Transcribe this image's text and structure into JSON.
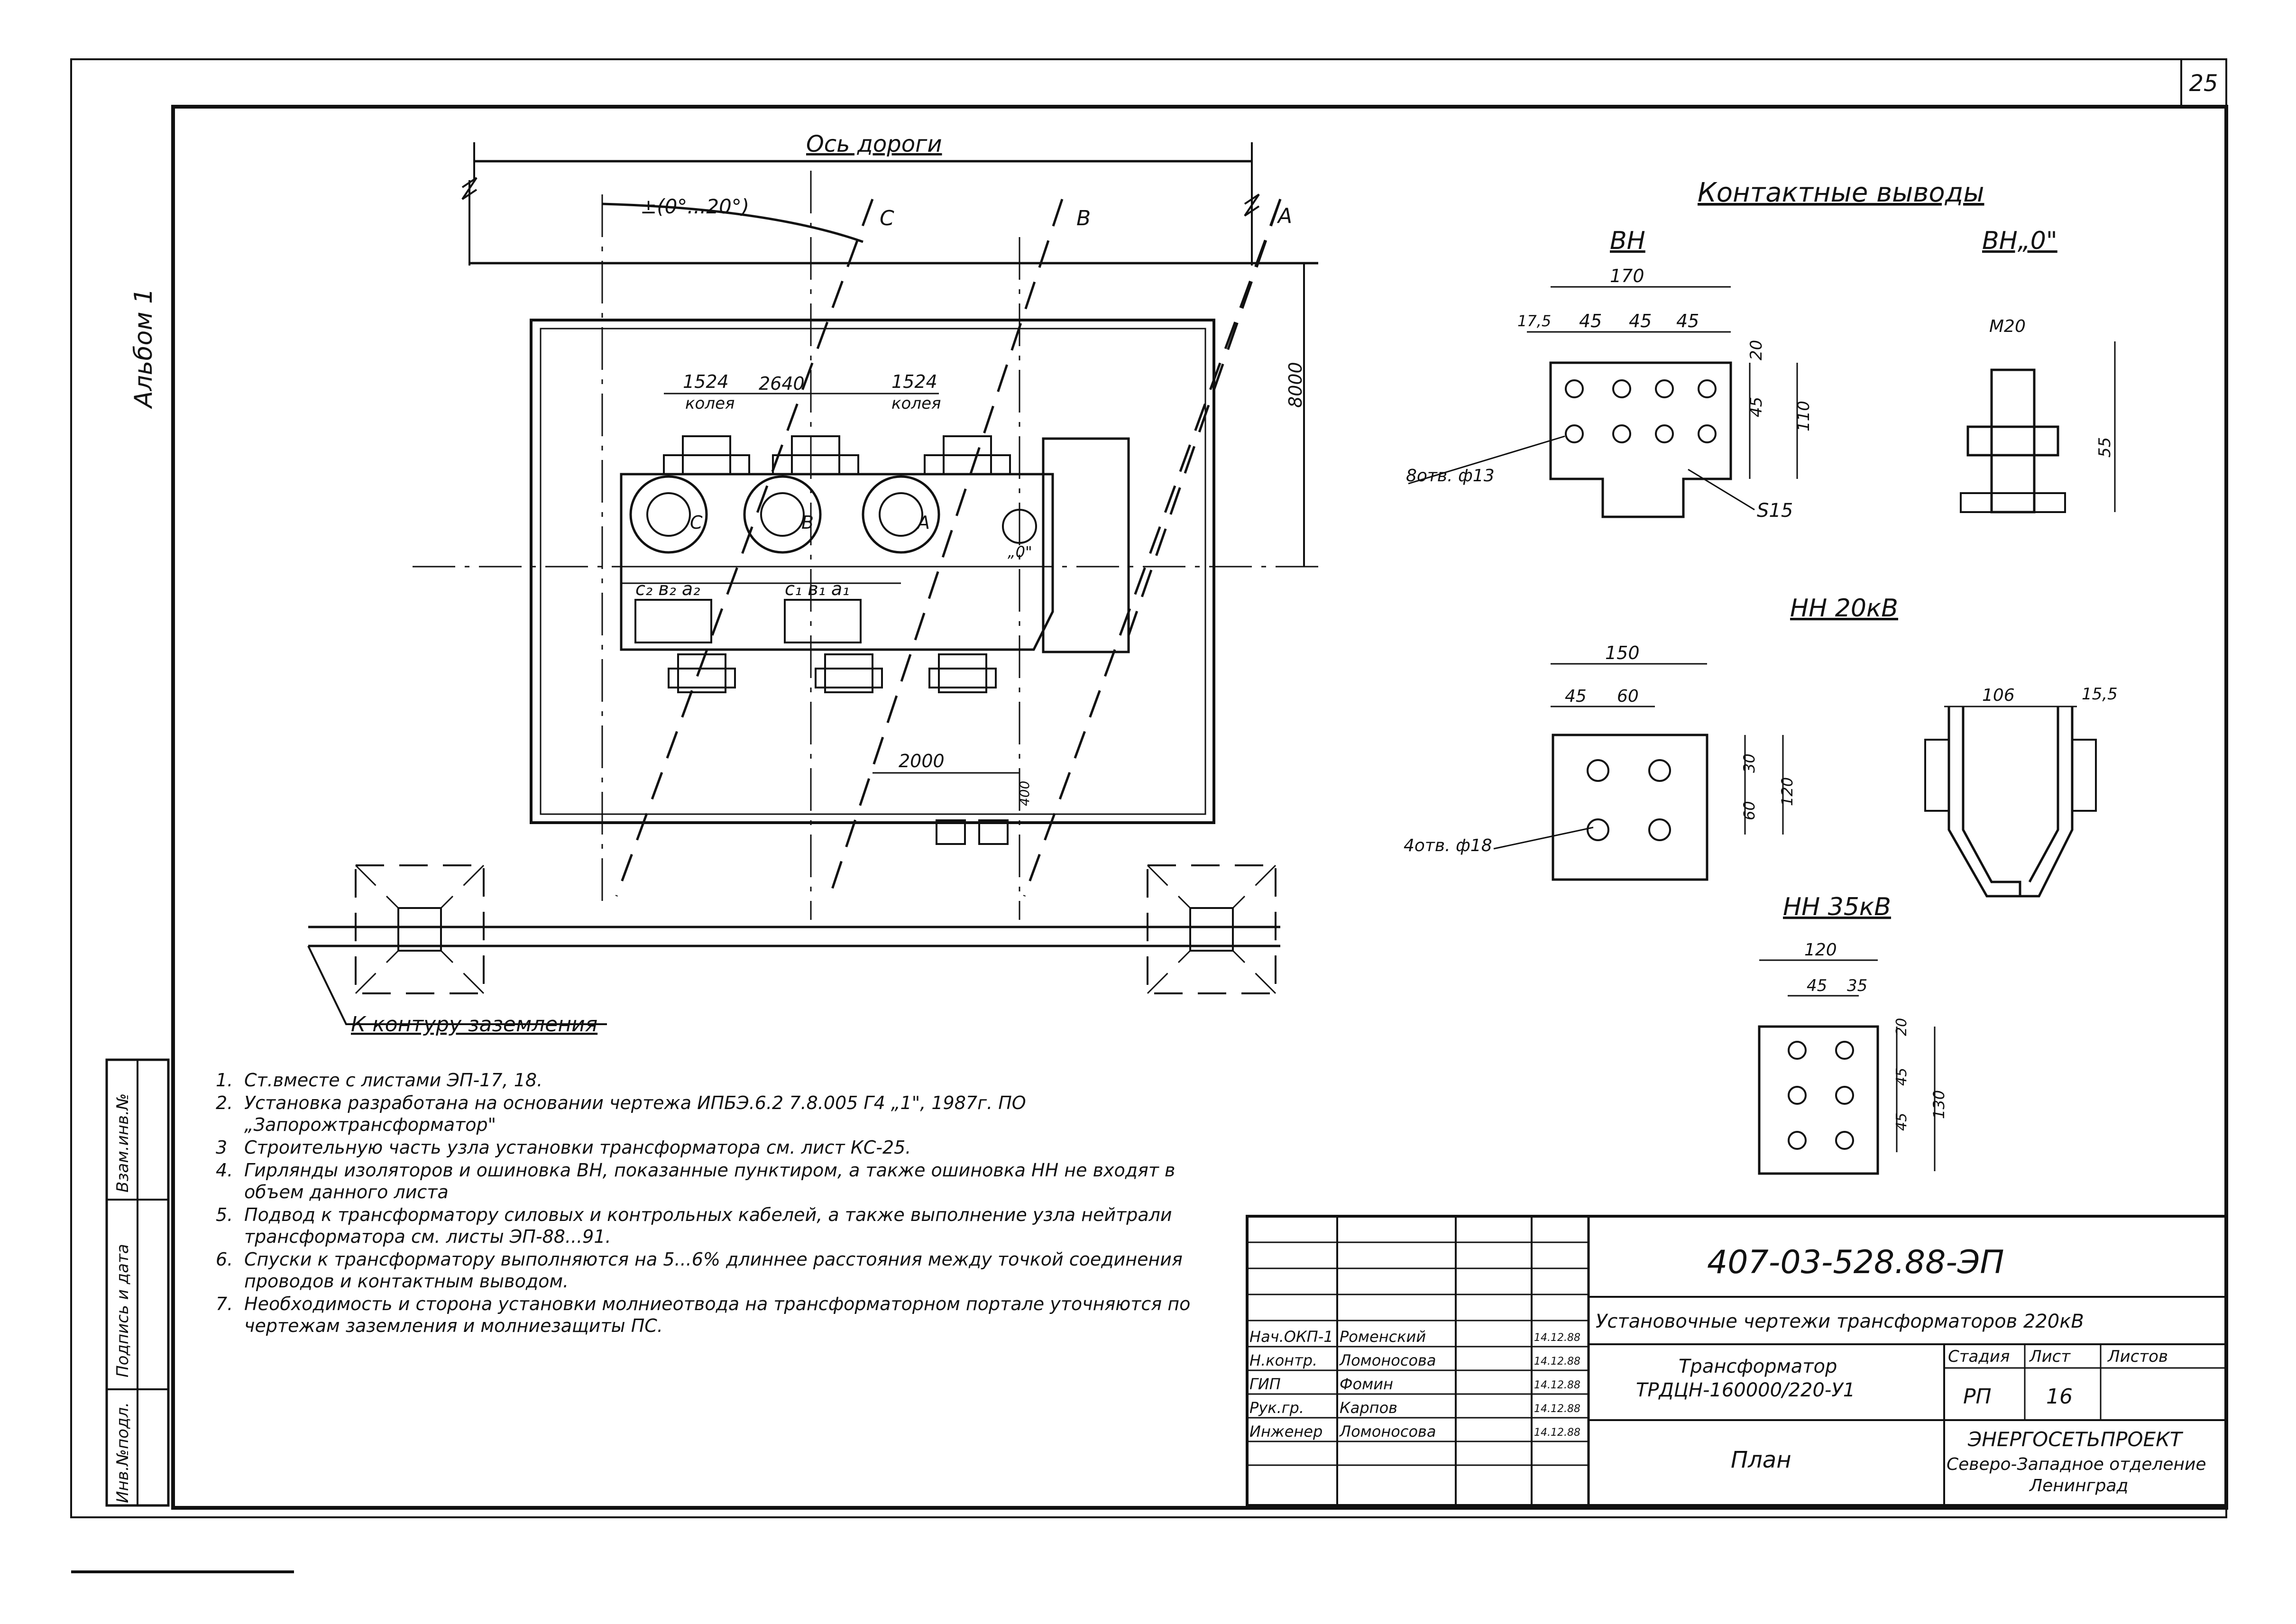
{
  "sheet": {
    "sheet_number": "25",
    "album_label": "Альбом 1",
    "side_stamp": [
      "Инв.№подл.",
      "Подпись и дата",
      "Взам.инв.№"
    ]
  },
  "plan": {
    "road_axis": "Ось дороги",
    "angle": "±(0°...20°)",
    "phases": [
      "С",
      "В",
      "А"
    ],
    "dim_8000": "8000",
    "dim_1524_left": "1524",
    "dim_2640": "2640",
    "dim_1524_right": "1524",
    "track_label": "колея",
    "dim_2000": "2000",
    "dim_400": "400",
    "neutral": "„0\"",
    "hv_labels": [
      "С",
      "В",
      "А"
    ],
    "lv_left": "с₂ в₂ а₂",
    "lv_right": "с₁ в₁ а₁",
    "ground": "К контуру заземления"
  },
  "contacts": {
    "title": "Контактные выводы",
    "vn": {
      "title": "ВН",
      "dims": [
        "170",
        "17,5",
        "45",
        "45",
        "45",
        "20",
        "45",
        "110"
      ],
      "holes": "8отв. ф13",
      "thickness": "S15"
    },
    "vn0": {
      "title": "ВН„0\"",
      "thread": "М20",
      "height": "55"
    },
    "nn20": {
      "title": "НН 20кВ",
      "dims": [
        "150",
        "45",
        "60",
        "30",
        "60",
        "120"
      ],
      "holes": "4отв. ф18",
      "profile": [
        "106",
        "15,5"
      ]
    },
    "nn35": {
      "title": "НН 35кВ",
      "dims": [
        "120",
        "45",
        "35",
        "20",
        "45",
        "45",
        "130"
      ]
    }
  },
  "notes": [
    {
      "n": "1.",
      "text": "Ст.вместе с листами ЭП-17, 18."
    },
    {
      "n": "2.",
      "text": "Установка разработана на основании чертежа ИПБЭ.6.2 7.8.005 Г4 „1\", 1987г. ПО „Запорожтрансформатор\""
    },
    {
      "n": "3",
      "text": "Строительную часть узла установки трансформатора см. лист КС-25."
    },
    {
      "n": "4.",
      "text": "Гирлянды изоляторов и ошиновка ВН, показанные пунктиром, а также ошиновка НН не входят в объем данного листа"
    },
    {
      "n": "5.",
      "text": "Подвод к трансформатору силовых и контрольных кабелей, а также выполнение узла нейтрали трансформатора см. листы ЭП-88...91."
    },
    {
      "n": "6.",
      "text": "Спуски к трансформатору выполняются на 5...6% длиннее расстояния между точкой соединения проводов и контактным выводом."
    },
    {
      "n": "7.",
      "text": "Необходимость и сторона установки молниеотвода на трансформаторном портале уточняются по чертежам заземления и молниезащиты ПС."
    }
  ],
  "title_block": {
    "code": "407-03-528.88-ЭП",
    "description": "Установочные чертежи трансформаторов 220кВ",
    "object_line1": "Трансформатор",
    "object_line2": "ТРДЦН-160000/220-У1",
    "col_stage": "Стадия",
    "col_sheet": "Лист",
    "col_sheets": "Листов",
    "stage": "РП",
    "sheet": "16",
    "sheet_name": "План",
    "org_line1": "ЭНЕРГОСЕТЬПРОЕКТ",
    "org_line2": "Северо-Западное отделение",
    "org_line3": "Ленинград",
    "signers": [
      {
        "role": "Нач.ОКП-1",
        "name": "Роменский",
        "date": "14.12.88"
      },
      {
        "role": "Н.контр.",
        "name": "Ломоносова",
        "date": "14.12.88"
      },
      {
        "role": "ГИП",
        "name": "Фомин",
        "date": "14.12.88"
      },
      {
        "role": "Рук.гр.",
        "name": "Карпов",
        "date": "14.12.88"
      },
      {
        "role": "Инженер",
        "name": "Ломоносова",
        "date": "14.12.88"
      }
    ]
  }
}
